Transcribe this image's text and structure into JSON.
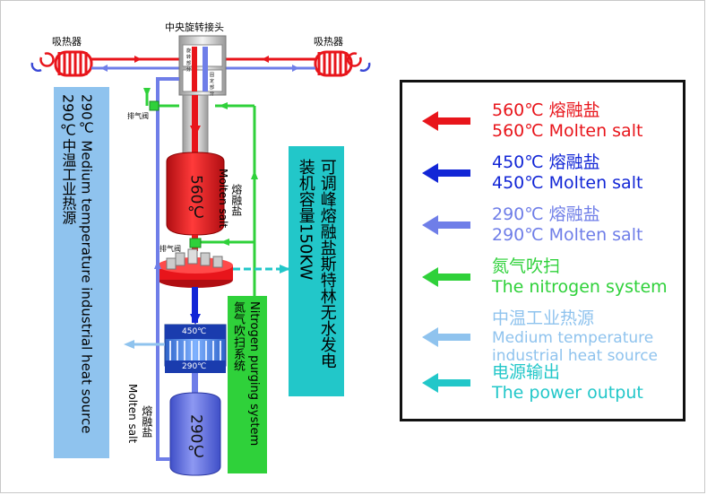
{
  "colors": {
    "red": "#e8151b",
    "blue": "#1226d6",
    "lightblue": "#6f7ee8",
    "green": "#2fd13a",
    "skyblue": "#8fc3ee",
    "cyan": "#22c7c9"
  },
  "top": {
    "central_joint": "中央旋转接头",
    "absorber_left": "吸热器",
    "absorber_right": "吸热器",
    "joint_part_upper": "旋转部分",
    "joint_part_lower": "固定部分",
    "exhaust_valve_top": "排气阀",
    "exhaust_valve_mid": "排气阀"
  },
  "heat_source_bar": {
    "line1": "290℃中温工业热源",
    "line2": "290℃ Medium temperature industrial heat source"
  },
  "hot_tank": {
    "temp": "560℃",
    "label_cn": "熔融盐",
    "label_en": "Molten salt"
  },
  "cold_tank": {
    "temp": "290℃",
    "label_cn": "熔融盐",
    "label_en": "Molten salt"
  },
  "heat_exchanger": {
    "top_temp": "450℃",
    "bottom_temp": "290℃"
  },
  "nitrogen_bar": {
    "line1": "氮气吹扫系统",
    "line2": "Nitrogen purging system"
  },
  "generator_bar": {
    "line1": "装机容量150KW",
    "line2": "可调峰熔融盐斯特林无水发电"
  },
  "legend": [
    {
      "color": "#e8151b",
      "line1": "560℃ 熔融盐",
      "line2": "560℃ Molten salt",
      "icon": "red-arrow-icon"
    },
    {
      "color": "#1226d6",
      "line1": "450℃ 熔融盐",
      "line2": "450℃ Molten salt",
      "icon": "blue-arrow-icon"
    },
    {
      "color": "#6f7ee8",
      "line1": "290℃ 熔融盐",
      "line2": "290℃ Molten salt",
      "icon": "light-blue-arrow-icon"
    },
    {
      "color": "#2fd13a",
      "line1": "氮气吹扫",
      "line2": "The nitrogen system",
      "icon": "green-arrow-icon"
    },
    {
      "color": "#8fc3ee",
      "line1": "中温工业热源",
      "line2": "Medium temperature industrial heat source",
      "icon": "sky-blue-arrow-icon"
    },
    {
      "color": "#22c7c9",
      "line1": "电源输出",
      "line2": "The power output",
      "icon": "cyan-arrow-icon"
    }
  ]
}
